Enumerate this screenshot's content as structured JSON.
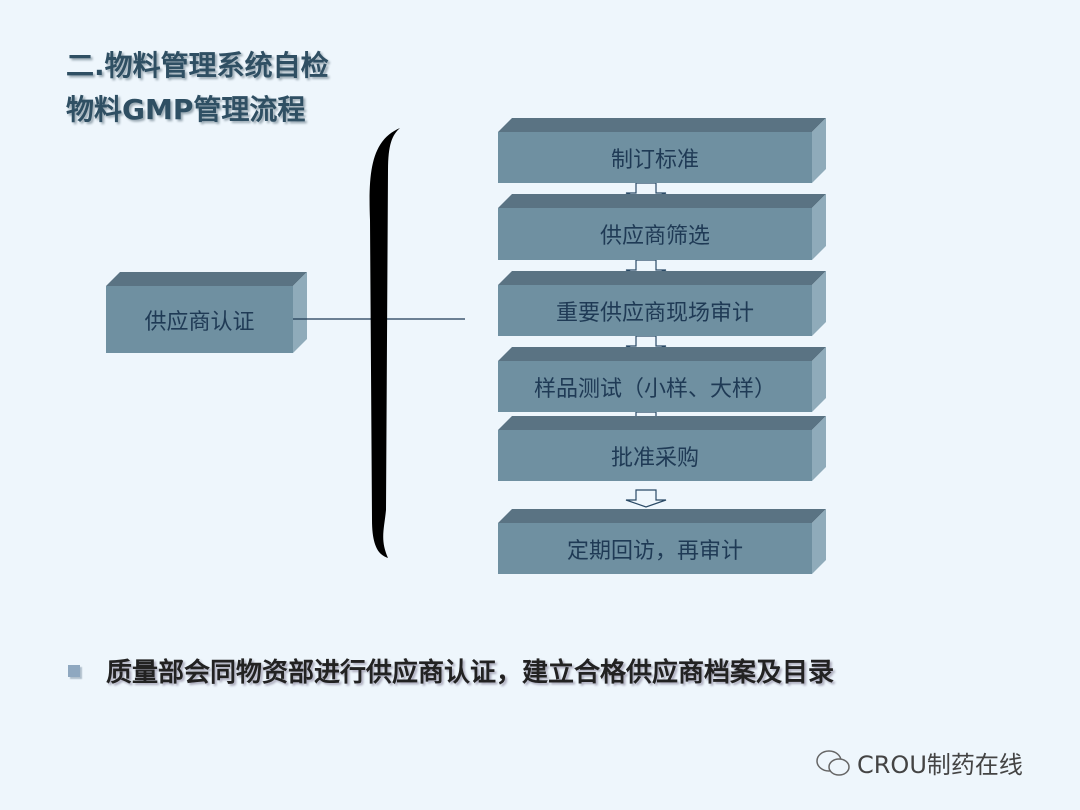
{
  "title_line1": "二.物料管理系统自检",
  "title_line2": "物料GMP管理流程",
  "left_box": "供应商认证",
  "steps": [
    "制订标准",
    "供应商筛选",
    "重要供应商现场审计",
    "样品测试（小样、大样）",
    "批准采购",
    "定期回访，再审计"
  ],
  "bullet_text": "质量部会同物资部进行供应商认证，建立合格供应商档案及目录",
  "watermark": "CROU制药在线"
}
